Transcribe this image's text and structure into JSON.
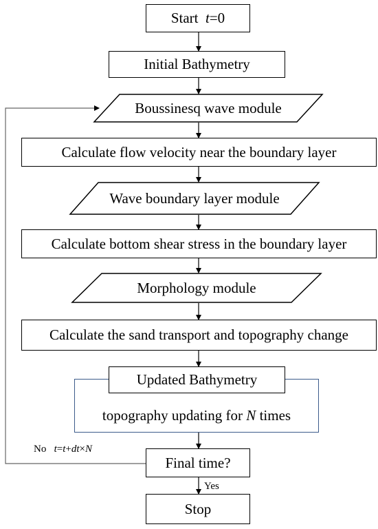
{
  "steps": {
    "start": {
      "text": "Start",
      "var": "t",
      "suffix": "=0"
    },
    "initial": "Initial Bathymetry",
    "boussinesq": "Boussinesq wave module",
    "flow_velocity": "Calculate flow velocity near the boundary layer",
    "wave_boundary": "Wave boundary layer module",
    "shear_stress": "Calculate bottom shear stress in the boundary layer",
    "morphology": "Morphology module",
    "sand_transport": "Calculate the sand transport and topography change",
    "updated": "Updated Bathymetry",
    "updating": {
      "text": "topography updating for",
      "var": "N",
      "suffix": "times"
    },
    "final": "Final time?",
    "stop": "Stop"
  },
  "labels": {
    "yes": "Yes",
    "no": "No",
    "loop": {
      "t1": "t",
      "eq": "=",
      "t2": "t",
      "plus": "+",
      "dt": "dt",
      "times": "×",
      "n": "N"
    }
  },
  "colors": {
    "line": "#000000",
    "frame": "#3b5a8a",
    "loop_line": "#666666"
  }
}
